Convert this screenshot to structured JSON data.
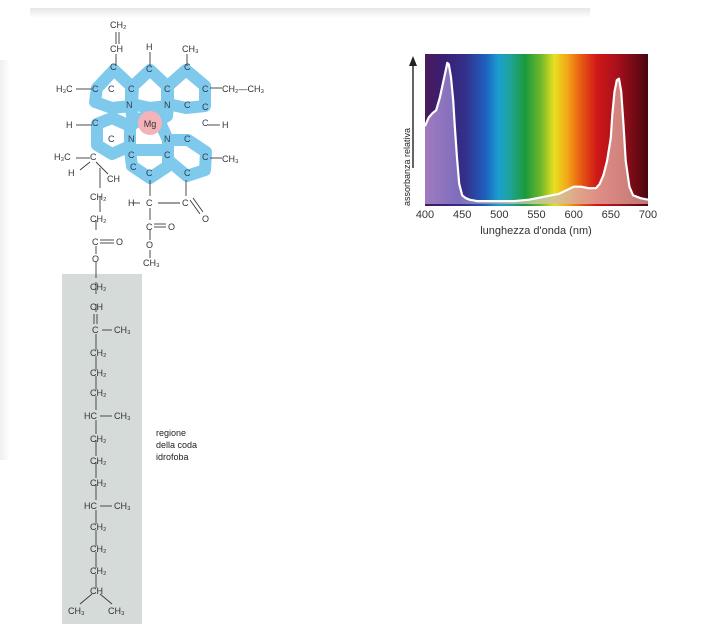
{
  "molecule": {
    "metal": "Mg",
    "vinyl_top": "CH₂",
    "vinyl_ch": "CH",
    "h_top": "H",
    "ch3_top": "CH₃",
    "h3c_left": "H₃C",
    "ethyl": "CH₂—CH₃",
    "h_left": "H",
    "h_right": "H",
    "h3c_lower": "H₃C",
    "h_lower": "H",
    "ch_lower": "CH",
    "ch3_right": "CH₃",
    "ring_c": "C",
    "ring_n": "N",
    "ring_h": "H",
    "ring_o": "O",
    "chain_ch2": "CH₂",
    "chain_ch": "CH",
    "chain_c": "C",
    "chain_o": "O",
    "ch3": "CH₃",
    "hc": "HC",
    "ester_o": "O",
    "ester_och3": "CH₃"
  },
  "tail_label": [
    "regione",
    "della coda",
    "idrofoba"
  ],
  "spectrum": {
    "ylabel": "assorbanza relativa",
    "xlabel": "lunghezza d'onda (nm)",
    "ticks": [
      "400",
      "450",
      "500",
      "550",
      "600",
      "650",
      "700"
    ]
  },
  "chart_data": {
    "type": "line",
    "xlabel": "lunghezza d'onda (nm)",
    "ylabel": "assorbanza relativa",
    "xlim": [
      400,
      700
    ],
    "x": [
      400,
      405,
      410,
      415,
      420,
      425,
      428,
      430,
      432,
      435,
      438,
      440,
      443,
      446,
      450,
      455,
      460,
      470,
      480,
      500,
      520,
      540,
      560,
      580,
      600,
      610,
      620,
      630,
      635,
      640,
      645,
      650,
      652,
      655,
      658,
      661,
      664,
      667,
      670,
      675,
      680,
      690,
      700
    ],
    "y": [
      0.54,
      0.6,
      0.63,
      0.65,
      0.74,
      0.86,
      0.93,
      0.98,
      0.97,
      0.88,
      0.72,
      0.55,
      0.32,
      0.14,
      0.06,
      0.04,
      0.03,
      0.02,
      0.02,
      0.02,
      0.02,
      0.03,
      0.05,
      0.07,
      0.12,
      0.12,
      0.11,
      0.11,
      0.14,
      0.2,
      0.3,
      0.46,
      0.62,
      0.78,
      0.86,
      0.87,
      0.78,
      0.55,
      0.3,
      0.12,
      0.06,
      0.04,
      0.03
    ],
    "legend": "none",
    "grid": false
  }
}
